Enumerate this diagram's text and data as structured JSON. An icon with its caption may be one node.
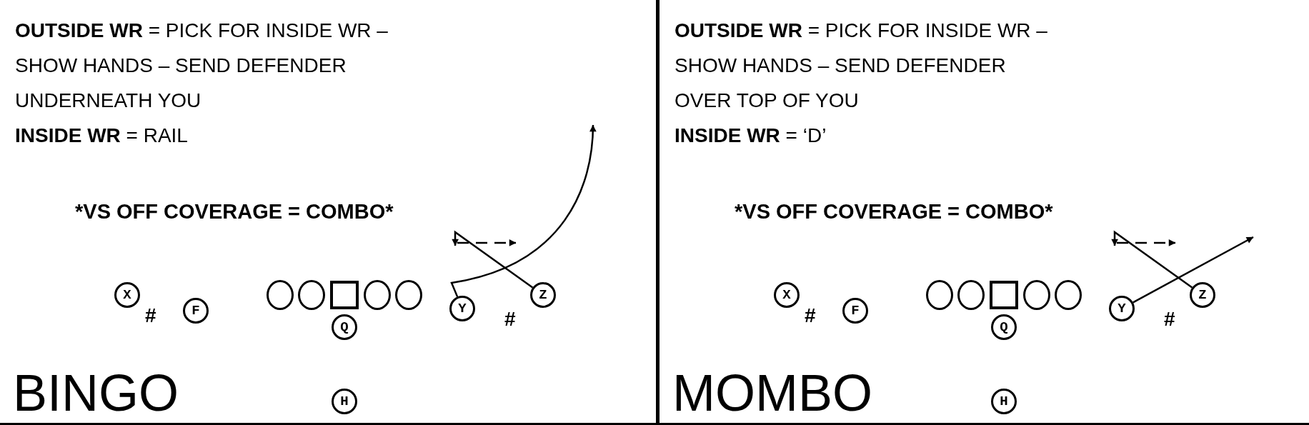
{
  "diagram": {
    "nodes": [
      {
        "text": [
          "**OUTSIDE WR** = PICK FOR INSIDE WR – SHOW HANDS – SEND DEFENDER UNDERNEATH YOU",
          "**INSIDE WR** = RAIL",
          "*VS OFF COVERAGE = COMBO*",
          "BINGO"
        ]
      },
      {
        "text": [
          "X"
        ],
        "in": 0
      },
      {
        "text": [
          "F"
        ],
        "in": 0
      },
      {
        "text": [],
        "shape": "circle",
        "in": 0
      },
      {
        "text": [],
        "shape": "circle",
        "in": 0
      },
      {
        "text": [],
        "shape": "box",
        "in": 0
      },
      {
        "text": [],
        "shape": "circle",
        "in": 0
      },
      {
        "text": [],
        "shape": "circle",
        "in": 0
      },
      {
        "text": [
          "Y"
        ],
        "in": 0
      },
      {
        "text": [
          "Z"
        ],
        "in": 0
      },
      {
        "text": [
          "Q"
        ],
        "in": 0
      },
      {
        "text": [
          "H"
        ],
        "in": 0
      },
      {
        "text": [
          "**OUTSIDE WR** = PICK FOR INSIDE WR – SHOW HANDS – SEND DEFENDER OVER TOP OF YOU",
          "**INSIDE WR** = ‘D’",
          "*VS OFF COVERAGE = COMBO*",
          "MOMBO"
        ]
      },
      {
        "text": [
          "X"
        ],
        "in": 12
      },
      {
        "text": [
          "F"
        ],
        "in": 12
      },
      {
        "text": [],
        "shape": "circle",
        "in": 12
      },
      {
        "text": [],
        "shape": "circle",
        "in": 12
      },
      {
        "text": [],
        "shape": "box",
        "in": 12
      },
      {
        "text": [],
        "shape": "circle",
        "in": 12
      },
      {
        "text": [],
        "shape": "circle",
        "in": 12
      },
      {
        "text": [
          "Y"
        ],
        "in": 12
      },
      {
        "text": [
          "Z"
        ],
        "in": 12
      },
      {
        "text": [
          "Q"
        ],
        "in": 12
      },
      {
        "text": [
          "H"
        ],
        "in": 12
      }
    ],
    "edges": [
      {
        "from": 8,
        "to": null,
        "arrow": "to"
      },
      {
        "from": 9,
        "to": null,
        "arrow": "to"
      },
      {
        "from": 20,
        "to": null,
        "arrow": "to"
      },
      {
        "from": 21,
        "to": null,
        "arrow": "to"
      }
    ],
    "labels": [
      "#",
      "#",
      "#",
      "#"
    ]
  }
}
